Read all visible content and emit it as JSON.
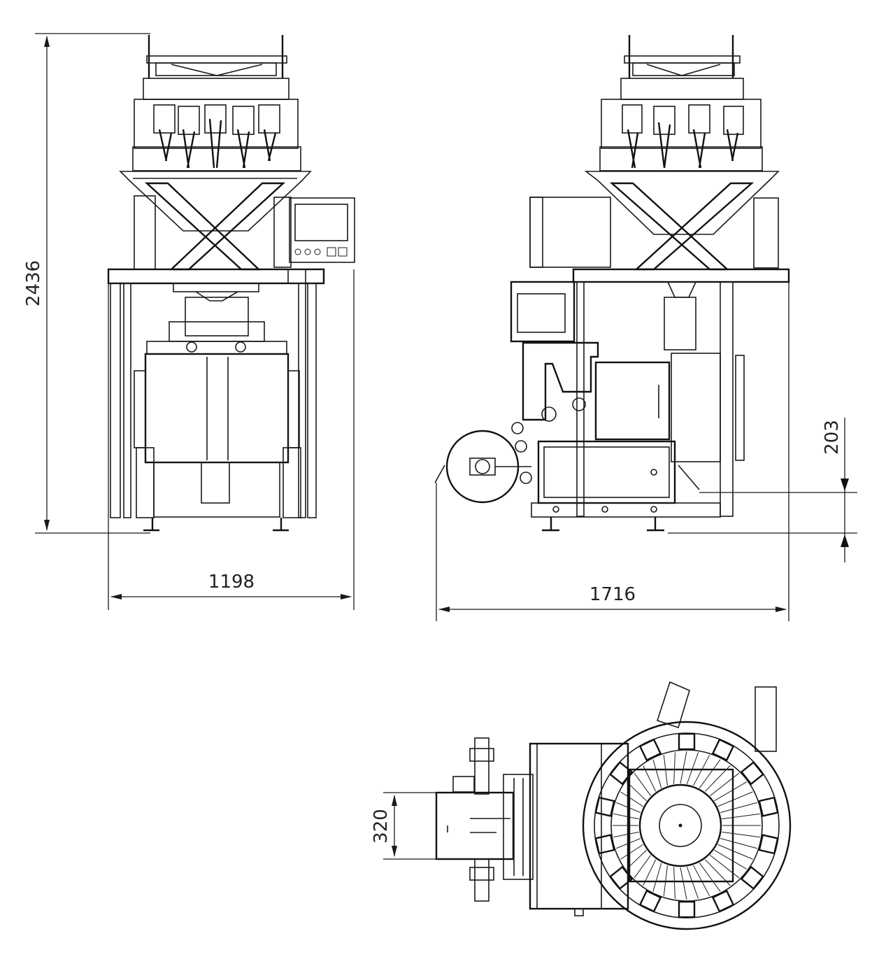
{
  "dimensions": {
    "overall_height": "2436",
    "front_width": "1198",
    "side_depth": "1716",
    "offset_height": "203",
    "top_width": "320"
  },
  "colors": {
    "line": "#1a1a1a",
    "background": "#ffffff"
  },
  "views": [
    "front-view",
    "side-view",
    "top-view"
  ]
}
